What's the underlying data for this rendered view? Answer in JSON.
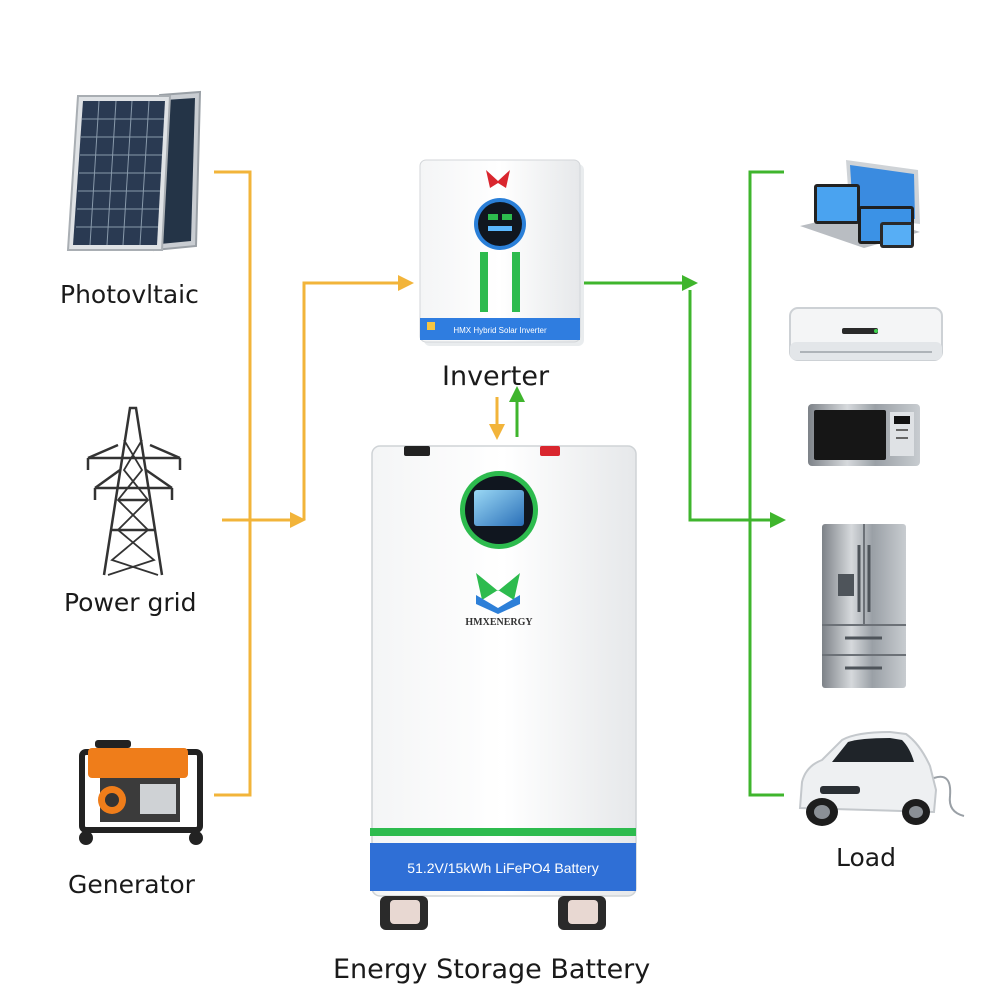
{
  "nodes": {
    "photovoltaic": "Photovltaic",
    "power_grid": "Power grid",
    "generator": "Generator",
    "inverter": "Inverter",
    "load": "Load",
    "battery": "Energy Storage Battery"
  },
  "devices": {
    "inverter_panel_text": "HMX Hybrid Solar Inverter",
    "battery_brand": "HMXENERGY",
    "battery_spec": "51.2V/15kWh LiFePO4 Battery"
  },
  "colors": {
    "input_line": "#f2b43a",
    "output_line": "#3fb52d",
    "battery_band": "#2f6fd6",
    "brand_red": "#d9262e",
    "brand_green": "#2dbb4e",
    "brand_blue": "#2d7fd8"
  },
  "icons": [
    "solar-panel-icon",
    "transmission-tower-icon",
    "generator-icon",
    "laptop-icon",
    "air-conditioner-icon",
    "microwave-icon",
    "refrigerator-icon",
    "electric-car-icon"
  ]
}
